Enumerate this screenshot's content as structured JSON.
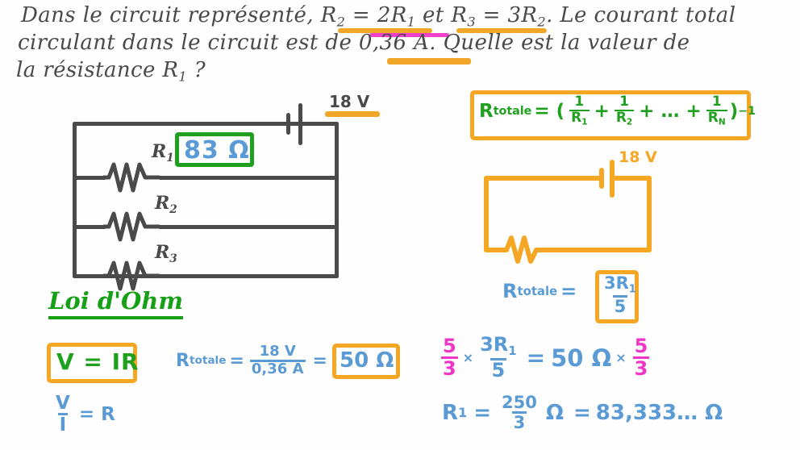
{
  "question": {
    "line1_a": "Dans le circuit représenté, ",
    "line1_b": "R",
    "line1_b_sub": "2",
    "line1_c": " = 2R",
    "line1_c_sub": "1",
    "line1_d": " et R",
    "line1_d_sub": "3",
    "line1_e": " = 3R",
    "line1_e_sub": "2",
    "line1_f": ". Le courant total",
    "line2": "circulant dans le circuit est de 0,36 A. Quelle est la valeur de",
    "line3_a": "la résistance R",
    "line3_sub": "1",
    "line3_b": " ?"
  },
  "circuit_left": {
    "battery_voltage": "18 V",
    "resistor_labels": [
      "R",
      "R",
      "R"
    ],
    "resistor_subs": [
      "1",
      "2",
      "3"
    ],
    "answer_value": "83 Ω"
  },
  "formula_parallel": {
    "lhs": "R",
    "lhs_sub": "totale",
    "eq": "= (",
    "t1_num": "1",
    "t1_den": "R",
    "t1_den_sub": "1",
    "plus1": "+",
    "t2_num": "1",
    "t2_den": "R",
    "t2_den_sub": "2",
    "plus2": "+ … +",
    "t3_num": "1",
    "t3_den": "R",
    "t3_den_sub": "N",
    "close": ")",
    "exponent": "−1"
  },
  "circuit_right": {
    "battery_voltage": "18 V",
    "result_lhs": "R",
    "result_lhs_sub": "totale",
    "result_eq": "=",
    "result_num": "3R",
    "result_num_sub": "1",
    "result_den": "5"
  },
  "ohms_law": {
    "title": "Loi d'Ohm",
    "boxed": "V = IR",
    "derived_num": "V",
    "derived_den": "I",
    "derived_eq": "= R"
  },
  "calc_total": {
    "lhs": "R",
    "lhs_sub": "totale",
    "eq1": "=",
    "num": "18 V",
    "den": "0,36 A",
    "eq2": "=",
    "result": "50 Ω"
  },
  "calc_solve": {
    "f1_num": "5",
    "f1_den": "3",
    "times1": "×",
    "f2_num": "3R",
    "f2_num_sub": "1",
    "f2_den": "5",
    "eq": "=",
    "mid": "50 Ω",
    "times2": "×",
    "f3_num": "5",
    "f3_den": "3"
  },
  "final_answer": {
    "lhs": "R",
    "lhs_sub": "1",
    "eq1": "=",
    "num": "250",
    "den": "3",
    "unit1": "Ω",
    "eq2": "=",
    "value": "83,333… Ω"
  },
  "colors": {
    "ink": "#4a4a4a",
    "blue": "#5b9bd5",
    "green": "#1fa01f",
    "orange": "#f5a623",
    "magenta": "#ee37c8"
  }
}
